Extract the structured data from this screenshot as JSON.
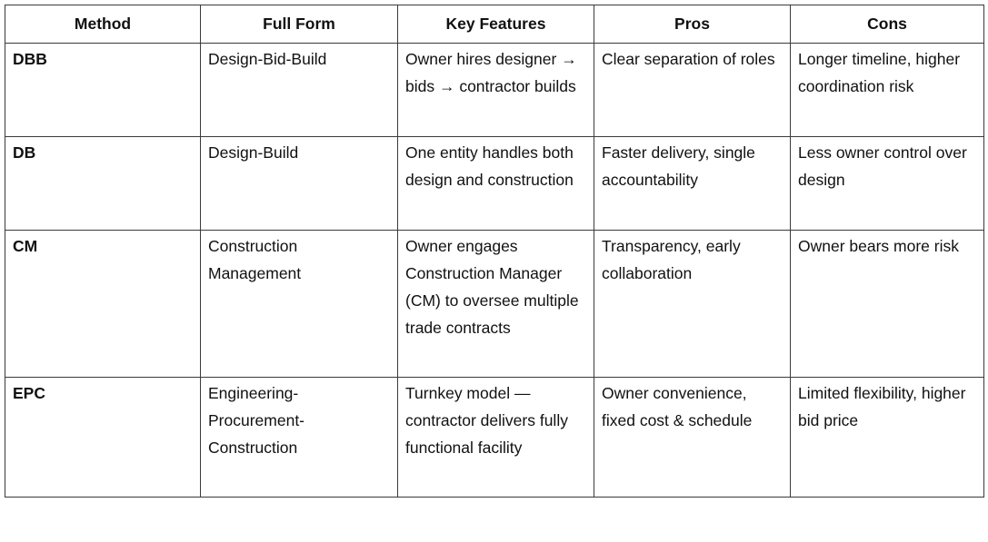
{
  "table": {
    "headers": [
      "Method",
      "Full Form",
      "Key Features",
      "Pros",
      "Cons"
    ],
    "rows": [
      {
        "method": "DBB",
        "full_form": "Design-Bid-Build",
        "key_features": "Owner hires designer → bids → contractor builds",
        "pros": "Clear separation of roles",
        "cons": "Longer timeline, higher coordination risk"
      },
      {
        "method": "DB",
        "full_form": "Design-Build",
        "key_features": "One entity handles both design and construction",
        "pros": "Faster delivery, single accountability",
        "cons": "Less owner control over design"
      },
      {
        "method": "CM",
        "full_form": "Construction Management",
        "key_features": "Owner engages Construction Manager (CM) to oversee multiple trade contracts",
        "pros": "Transparency, early collaboration",
        "cons": "Owner bears more risk"
      },
      {
        "method": "EPC",
        "full_form": "Engineering-Procurement-Construction",
        "key_features": "Turnkey model — contractor delivers fully functional facility",
        "pros": "Owner convenience, fixed cost & schedule",
        "cons": "Limited flexibility, higher bid price"
      }
    ]
  }
}
